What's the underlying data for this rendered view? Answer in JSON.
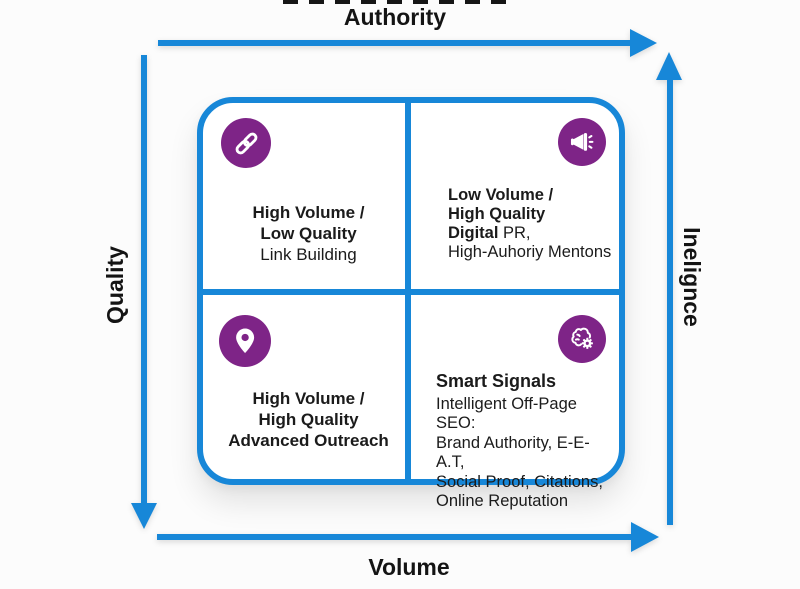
{
  "diagram": {
    "axes": {
      "top": "Authority",
      "bottom": "Volume",
      "left": "Quality",
      "right": "Inelignce"
    },
    "quadrants": {
      "top_left": {
        "icon": "chain-link",
        "line1": "High Volume /",
        "line2": "Low Quality",
        "line3": "Link Building"
      },
      "top_right": {
        "icon": "megaphone",
        "line1": "Low Volume /",
        "line2": "High Quality",
        "line3_bold": "Digital",
        "line3_rest": " PR,",
        "line4": "High-Auhoriy Mentons"
      },
      "bottom_left": {
        "icon": "location-pin",
        "line1": "High Volume /",
        "line2": "High Quality",
        "line3": "Advanced Outreach"
      },
      "bottom_right": {
        "icon": "brain-gear",
        "title": "Smart Signals",
        "line1": "Intelligent Off-Page SEO:",
        "line2": "Brand Authority, E-E-A.T,",
        "line3": "Social Proof, Citations,",
        "line4": "Online Reputation"
      }
    },
    "colors": {
      "accent_blue": "#1787d8",
      "icon_purple": "#7e2487",
      "text_dark": "#1b1b1b"
    }
  }
}
